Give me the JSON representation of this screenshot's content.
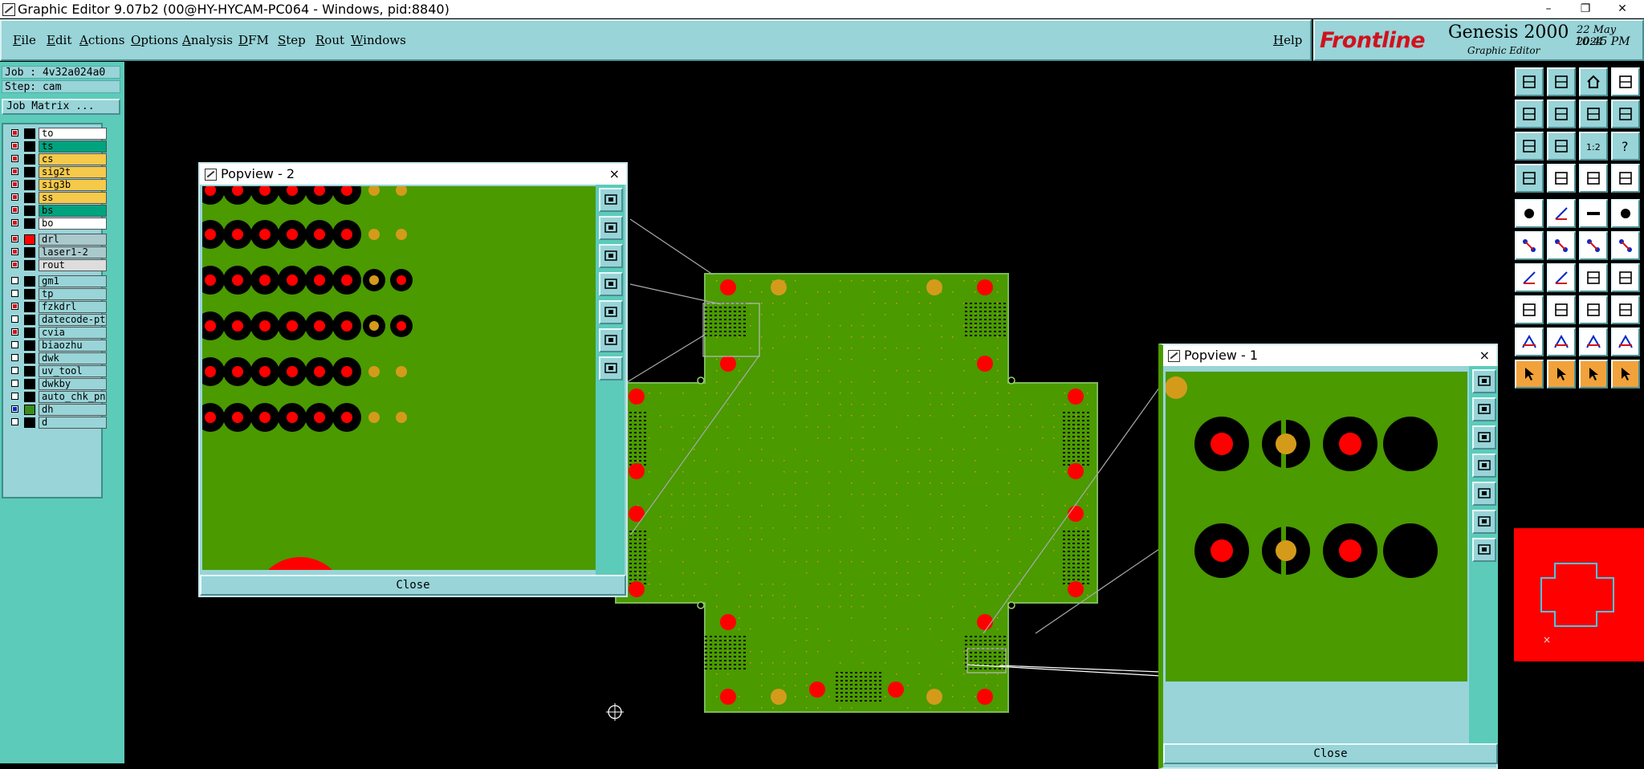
{
  "window": {
    "title": "Graphic Editor 9.07b2 (00@HY-HYCAM-PC064 - Windows, pid:8840)",
    "minimize": "–",
    "restore": "❐",
    "close": "✕"
  },
  "menu": [
    "File",
    "Edit",
    "Actions",
    "Options",
    "Analysis",
    "DFM",
    "Step",
    "Rout",
    "Windows"
  ],
  "help": "Help",
  "brand": {
    "frontline": "Frontline",
    "product": "Genesis 2000",
    "subtitle": "Graphic Editor",
    "date": "22 May 2024",
    "time": "10:45 PM"
  },
  "job": {
    "job_label": "Job : 4v32a024a0",
    "step_label": "Step: cam",
    "matrix_button": "Job Matrix ..."
  },
  "layers": [
    {
      "name": "to",
      "checked": true,
      "swatch": "#000000",
      "bg": "#ffffff"
    },
    {
      "name": "ts",
      "checked": true,
      "swatch": "#000000",
      "bg": "#00a37e"
    },
    {
      "name": "cs",
      "checked": true,
      "swatch": "#000000",
      "bg": "#f5c94a"
    },
    {
      "name": "sig2t",
      "checked": true,
      "swatch": "#000000",
      "bg": "#f5c94a"
    },
    {
      "name": "sig3b",
      "checked": true,
      "swatch": "#000000",
      "bg": "#f5c94a"
    },
    {
      "name": "ss",
      "checked": true,
      "swatch": "#000000",
      "bg": "#f5c94a"
    },
    {
      "name": "bs",
      "checked": true,
      "swatch": "#000000",
      "bg": "#00a37e"
    },
    {
      "name": "bo",
      "checked": true,
      "swatch": "#000000",
      "bg": "#ffffff"
    },
    {
      "name": "drl",
      "checked": true,
      "swatch": "#ff0000",
      "bg": "#a9c9cc"
    },
    {
      "name": "laser1-2",
      "checked": true,
      "swatch": "#000000",
      "bg": "#a9c9cc"
    },
    {
      "name": "rout",
      "checked": true,
      "swatch": "#000000",
      "bg": "#dddddd"
    },
    {
      "name": "gm1",
      "checked": false,
      "swatch": "#000000",
      "bg": "#98d4d8"
    },
    {
      "name": "tp",
      "checked": false,
      "swatch": "#000000",
      "bg": "#98d4d8"
    },
    {
      "name": "fzkdrl",
      "checked": true,
      "swatch": "#000000",
      "bg": "#98d4d8"
    },
    {
      "name": "datecode-pts",
      "checked": false,
      "swatch": "#000000",
      "bg": "#98d4d8"
    },
    {
      "name": "cvia",
      "checked": true,
      "swatch": "#000000",
      "bg": "#98d4d8"
    },
    {
      "name": "biaozhu",
      "checked": false,
      "swatch": "#000000",
      "bg": "#98d4d8"
    },
    {
      "name": "dwk",
      "checked": false,
      "swatch": "#000000",
      "bg": "#98d4d8"
    },
    {
      "name": "uv_tool",
      "checked": false,
      "swatch": "#000000",
      "bg": "#98d4d8"
    },
    {
      "name": "dwkby",
      "checked": false,
      "swatch": "#000000",
      "bg": "#98d4d8"
    },
    {
      "name": "auto_chk_pnl",
      "checked": false,
      "swatch": "#000000",
      "bg": "#98d4d8"
    },
    {
      "name": "dh",
      "checked": true,
      "blue": true,
      "swatch": "#3d8b1d",
      "bg": "#98d4d8"
    },
    {
      "name": "d",
      "checked": false,
      "swatch": "#000000",
      "bg": "#98d4d8"
    }
  ],
  "popview2": {
    "title": "Popview - 2",
    "close_label": "Close",
    "close_x": "×"
  },
  "popview1": {
    "title": "Popview - 1",
    "close_label": "Close",
    "close_x": "×"
  },
  "colors": {
    "board": "#4a9a00",
    "pad": "#ff0000",
    "ring": "#000000",
    "via": "#d49b1a",
    "panel": "#98d4d8",
    "teal": "#5ccbb9"
  }
}
